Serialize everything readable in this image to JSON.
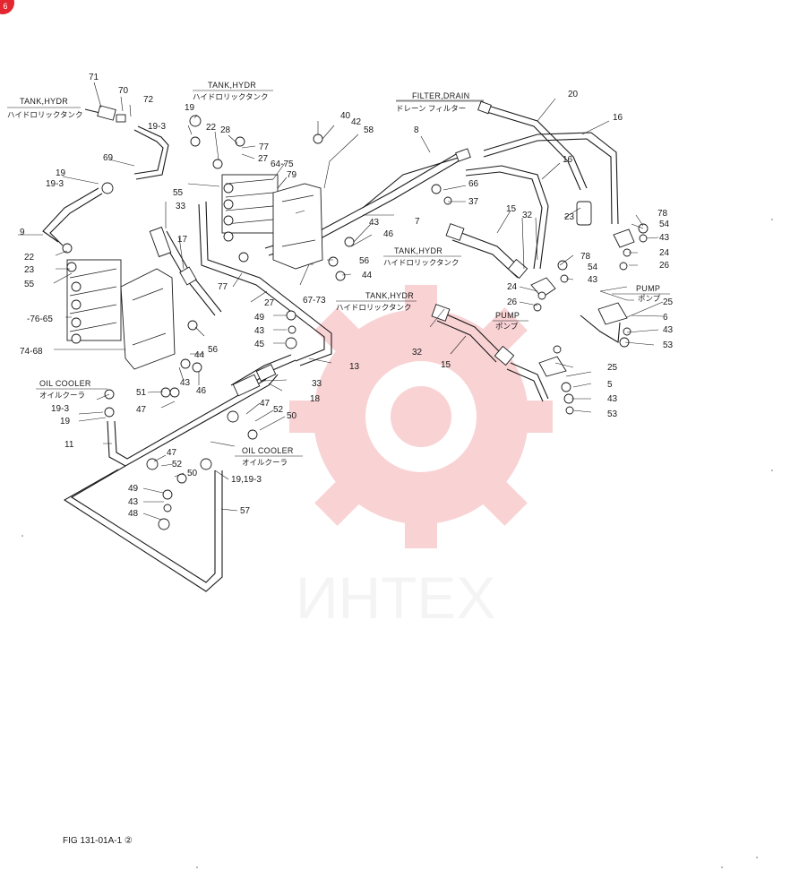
{
  "badge": "6",
  "caption": "FIG 131-01A-1 ②",
  "watermark": {
    "text": "ИНТЕХ",
    "color": "#e3262f"
  },
  "labels": {
    "tank_hydr": "TANK,HYDR",
    "tank_hydr_jp": "ハイドロリックタンク",
    "filter_drain": "FILTER,DRAIN",
    "filter_drain_jp": "ドレーン フィルター",
    "pump": "PUMP",
    "pump_jp": "ポンプ",
    "oil_cooler": "OIL COOLER",
    "oil_cooler_jp": "オイルクーラ"
  },
  "part_numbers": {
    "n71": "71",
    "n70": "70",
    "n72": "72",
    "n19a": "19",
    "n19_3a": "19-3",
    "n22a": "22",
    "n28": "28",
    "n77a": "77",
    "n27a": "27",
    "n64_75": "64-75",
    "n79": "79",
    "n40": "40",
    "n42": "42",
    "n58": "58",
    "n8": "8",
    "n20": "20",
    "n16a": "16",
    "n16b": "16",
    "n69": "69",
    "n19b": "19",
    "n19_3b": "19-3",
    "n55a": "55",
    "n33a": "33",
    "n9": "9",
    "n17": "17",
    "n22b": "22",
    "n23a": "23",
    "n55b": "55",
    "n76_65": "-76-65",
    "n74_68": "74-68",
    "n66": "66",
    "n37": "37",
    "n7": "7",
    "n43a": "43",
    "n46a": "46",
    "n56a": "56",
    "n44": "44",
    "n77b": "77",
    "n27b": "27",
    "n67_73": "67-73",
    "n15a": "15",
    "n32a": "32",
    "n23b": "23",
    "n78a": "78",
    "n54a": "54",
    "n43b": "43",
    "n24a": "24",
    "n26a": "26",
    "n78b": "78",
    "n54b": "54",
    "n43c": "43",
    "n24b": "24",
    "n26b": "26",
    "n25a": "25",
    "n6": "6",
    "n43d": "43",
    "n53a": "53",
    "n49a": "49",
    "n43e": "43",
    "n45": "45",
    "n56b": "56",
    "n44b": "44",
    "n43f": "43",
    "n46b": "46",
    "n13": "13",
    "n32b": "32",
    "n15b": "15",
    "n25b": "25",
    "n5": "5",
    "n43g": "43",
    "n53b": "53",
    "n33b": "33",
    "n18": "18",
    "n19_3c": "19-3",
    "n19c": "19",
    "n51": "51",
    "n47a": "47",
    "n47b": "47",
    "n52a": "52",
    "n50a": "50",
    "n11": "11",
    "n47c": "47",
    "n52b": "52",
    "n50b": "50",
    "n19_19_3": "19,19-3",
    "n49b": "49",
    "n43h": "43",
    "n48": "48",
    "n57": "57"
  }
}
